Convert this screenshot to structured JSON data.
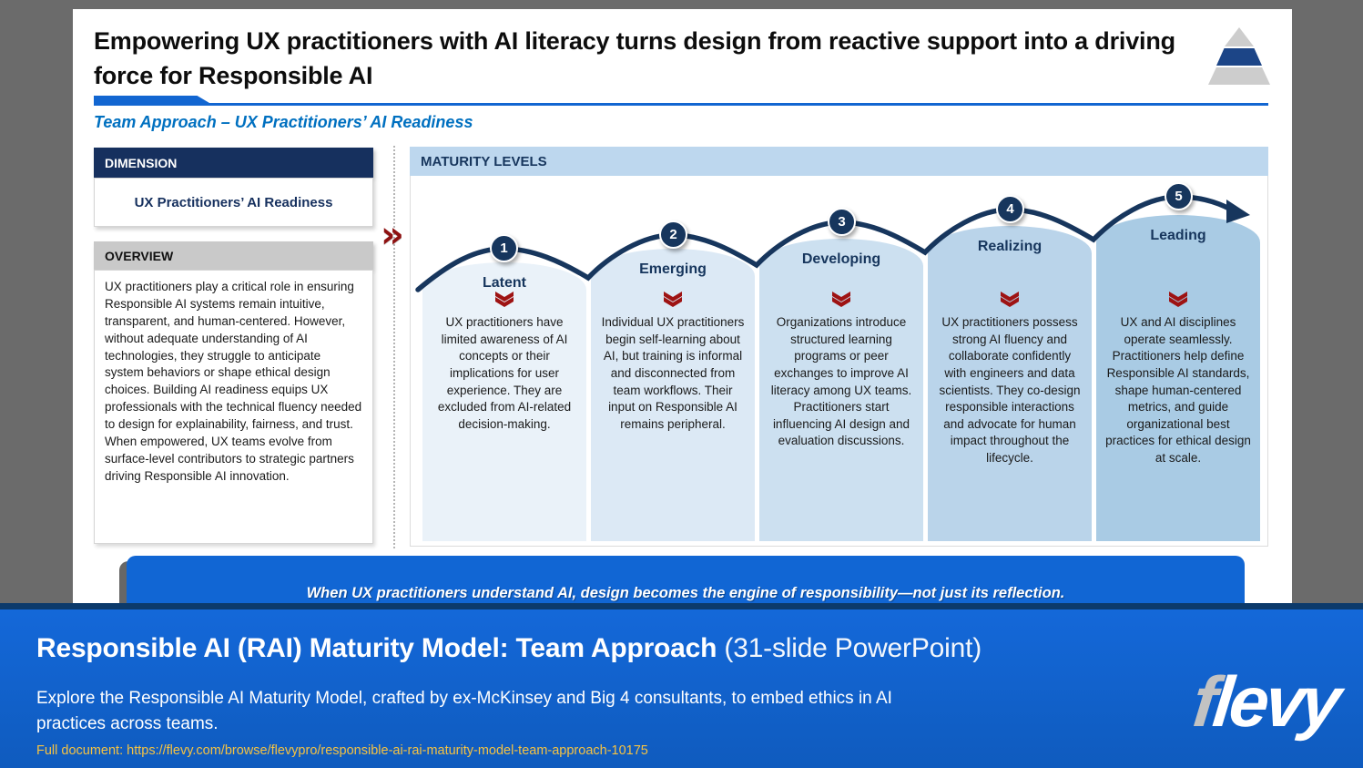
{
  "slide": {
    "title_line1": "Empowering UX practitioners with AI literacy turns design from reactive support into a driving",
    "title_line2": "force for Responsible AI",
    "subtitle": "Team Approach – UX Practitioners’ AI Readiness",
    "dimension": {
      "header": "DIMENSION",
      "value": "UX Practitioners’ AI Readiness"
    },
    "overview": {
      "header": "OVERVIEW",
      "body": "UX practitioners play a critical role in ensuring Responsible AI systems remain intuitive, transparent, and human-centered. However, without adequate understanding of AI technologies, they struggle to anticipate system behaviors or shape ethical design choices. Building AI readiness equips UX professionals with the technical fluency needed to design for explainability, fairness, and trust. When empowered, UX teams evolve from surface-level contributors to strategic partners driving Responsible AI innovation."
    },
    "maturity": {
      "header": "MATURITY LEVELS",
      "levels": [
        {
          "number": "1",
          "name": "Latent",
          "description": "UX practitioners have limited awareness of AI concepts or their implications for user experience. They are excluded from AI-related decision-making."
        },
        {
          "number": "2",
          "name": "Emerging",
          "description": "Individual UX practitioners begin self-learning about AI, but training is informal and disconnected from team workflows. Their input on Responsible AI remains peripheral."
        },
        {
          "number": "3",
          "name": "Developing",
          "description": "Organizations introduce structured learning programs or peer exchanges to improve AI literacy among UX teams. Practitioners start influencing AI design and evaluation discussions."
        },
        {
          "number": "4",
          "name": "Realizing",
          "description": "UX practitioners possess strong AI fluency and collaborate confidently with engineers and data scientists. They co-design responsible interactions and advocate for human impact throughout the lifecycle."
        },
        {
          "number": "5",
          "name": "Leading",
          "description": "UX and AI disciplines operate seamlessly. Practitioners help define Responsible AI standards, shape human-centered metrics, and guide organizational best practices for ethical design at scale."
        }
      ]
    },
    "quote": "When UX practitioners understand AI, design becomes the engine of responsibility—not just its reflection."
  },
  "banner": {
    "title_bold": "Responsible AI (RAI) Maturity Model: Team Approach",
    "title_rest": " (31-slide PowerPoint)",
    "description_line1": "Explore the Responsible AI Maturity Model, crafted by ex-McKinsey and Big 4 consultants, to embed ethics in AI",
    "description_line2": "practices across teams.",
    "link": "Full document: https://flevy.com/browse/flevypro/responsible-ai-rai-maturity-model-team-approach-10175",
    "logo_f": "f",
    "logo_rest": "levy"
  },
  "icons": {
    "sep_chevron": "»"
  },
  "colors": {
    "navy": "#17365D",
    "bright_blue": "#1266D1",
    "subtitle_blue": "#0070C0",
    "maturity_band": "#BDD7EE",
    "chevron_red": "#9E1313",
    "banner_blue": "#1164D0",
    "link_gold": "#F5C242",
    "background_gray": "#6B6B6B"
  }
}
